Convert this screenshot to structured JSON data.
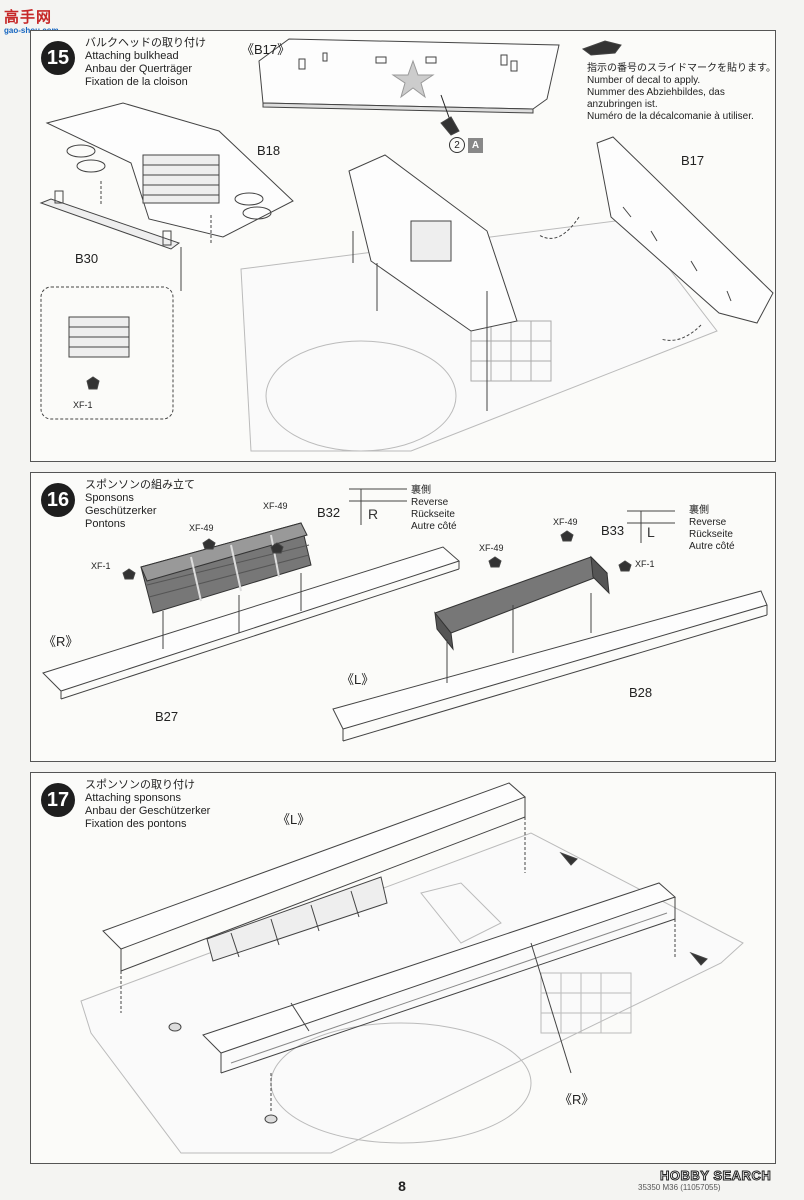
{
  "watermark": {
    "logo": "高手网",
    "url": "gao-shou.com"
  },
  "decal_note": {
    "jp": "指示の番号のスライドマークを貼ります。",
    "en": "Number of decal to apply.",
    "de1": "Nummer des Abziehbildes, das",
    "de2": "anzubringen ist.",
    "fr": "Numéro de la décalcomanie à utiliser."
  },
  "steps": [
    {
      "number": "15",
      "jp": "バルクヘッドの取り付け",
      "en": "Attaching bulkhead",
      "de": "Anbau der Querträger",
      "fr": "Fixation de la cloison",
      "labels": {
        "b17_top": "《B17》",
        "b18": "B18",
        "b30": "B30",
        "b17": "B17",
        "xf1": "XF-1"
      },
      "decal": {
        "num": "2",
        "letter": "A"
      }
    },
    {
      "number": "16",
      "jp": "スポンソンの組み立て",
      "en": "Sponsons",
      "de": "Geschützerker",
      "fr": "Pontons",
      "labels": {
        "xf49_a": "XF-49",
        "xf49_b": "XF-49",
        "xf1_a": "XF-1",
        "b32": "B32",
        "r_mark": "《R》",
        "b27": "B27",
        "xf49_c": "XF-49",
        "xf49_d": "XF-49",
        "b33": "B33",
        "xf1_b": "XF-1",
        "l_mark": "《L》",
        "b28": "B28"
      },
      "reverse_r": {
        "glyph": "R",
        "jp": "裏側",
        "en": "Reverse",
        "de": "Rückseite",
        "fr": "Autre côté"
      },
      "reverse_l": {
        "glyph": "L",
        "jp": "裏側",
        "en": "Reverse",
        "de": "Rückseite",
        "fr": "Autre côté"
      }
    },
    {
      "number": "17",
      "jp": "スポンソンの取り付け",
      "en": "Attaching sponsons",
      "de": "Anbau der Geschützerker",
      "fr": "Fixation des pontons",
      "labels": {
        "l_mark": "《L》",
        "r_mark": "《R》"
      }
    }
  ],
  "footer": {
    "page": "8",
    "catalog": "35350 M36 (11057055)",
    "brand": "HOBBY SEARCH"
  }
}
